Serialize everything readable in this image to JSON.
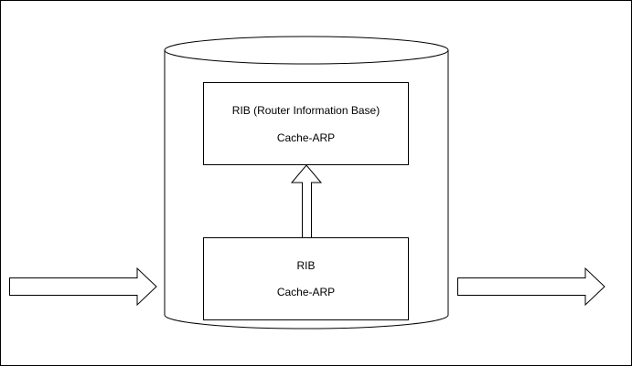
{
  "diagram": {
    "type": "cylinder-with-boxes",
    "container": {
      "label": "database-cylinder"
    },
    "top_box": {
      "line1": "RIB (Router Information Base)",
      "line2": "Cache-ARP"
    },
    "bottom_box": {
      "line1": "RIB",
      "line2": "Cache-ARP"
    },
    "arrows": [
      {
        "name": "input-arrow",
        "direction": "right"
      },
      {
        "name": "internal-arrow",
        "direction": "up"
      },
      {
        "name": "output-arrow",
        "direction": "right"
      }
    ],
    "colors": {
      "stroke": "#000000",
      "fill": "#ffffff"
    }
  }
}
